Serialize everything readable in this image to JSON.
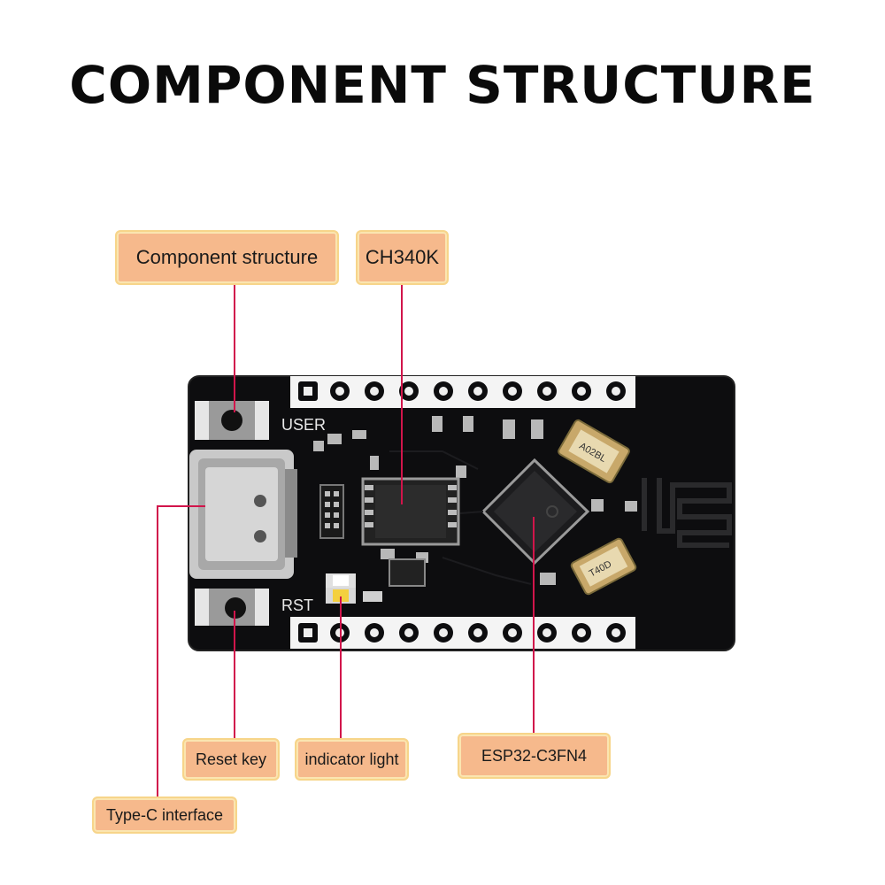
{
  "title": "COMPONENT STRUCTURE",
  "labels": {
    "component_structure": "Component structure",
    "ch340k": "CH340K",
    "reset_key": "Reset key",
    "indicator_light": "indicator light",
    "esp32": "ESP32-C3FN4",
    "type_c": "Type-C interface"
  },
  "silkscreen": {
    "user": "USER",
    "rst": "RST",
    "crystal_top": "A02BL",
    "crystal_bottom": "T40D"
  },
  "colors": {
    "leader_line": "#d1154b",
    "label_fill": "#f6b98c",
    "label_border": "#f7d58a",
    "board": "#0d0d0f"
  }
}
